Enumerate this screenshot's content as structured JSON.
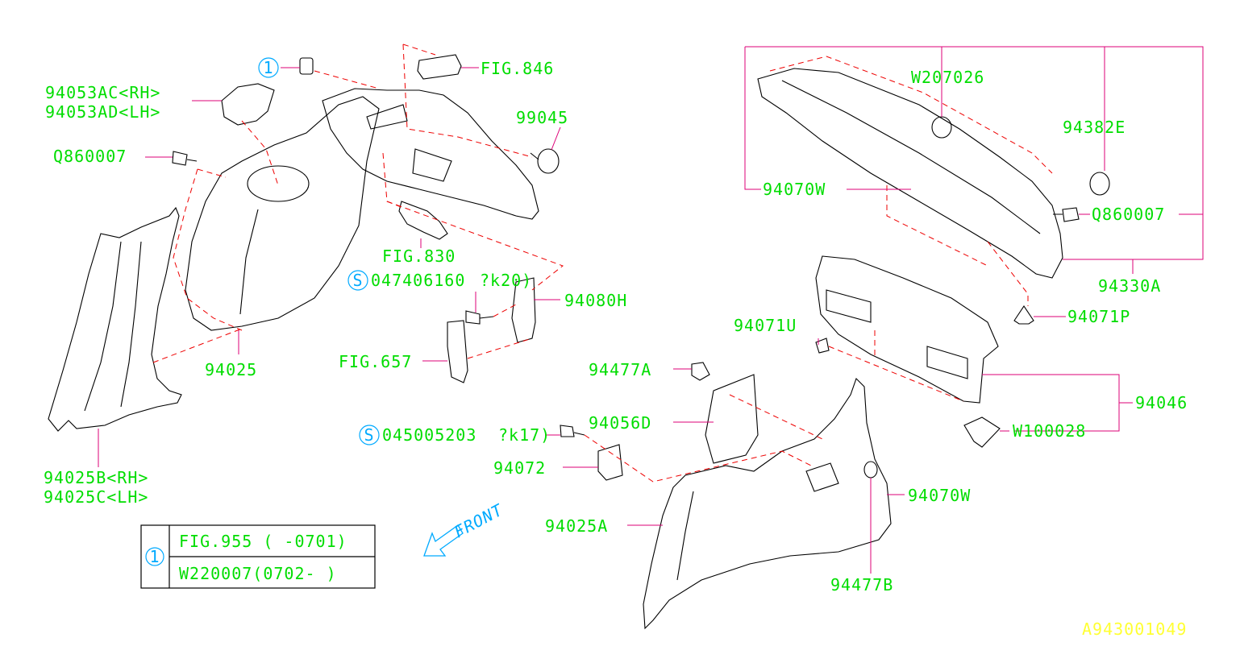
{
  "colors": {
    "label": "#00dd00",
    "callout": "#00aaff",
    "leader": "#dd0077",
    "dashed": "#ee0000",
    "code": "#ffff33",
    "line": "#000000"
  },
  "labels": {
    "p94053ac": "94053AC<RH>",
    "p94053ad": "94053AD<LH>",
    "fig846": "FIG.846",
    "p99045": "99045",
    "q860007_left": "Q860007",
    "fig830": "FIG.830",
    "s047406160": "047406160",
    "s047406160_sfx": "?k20)",
    "p94080h": "94080H",
    "fig657": "FIG.657",
    "p94025": "94025",
    "p94025b": "94025B<RH>",
    "p94025c": "94025C<LH>",
    "w207026": "W207026",
    "p94382e": "94382E",
    "p94070w_top": "94070W",
    "q860007_right": "Q860007",
    "p94330a": "94330A",
    "p94071p": "94071P",
    "p94071u": "94071U",
    "p94046": "94046",
    "w100028": "W100028",
    "p94477a": "94477A",
    "p94056d": "94056D",
    "s045005203": "045005203",
    "s045005203_sfx": "?k17)",
    "p94072": "94072",
    "p94025a": "94025A",
    "p94070w_bottom": "94070W",
    "p94477b": "94477B",
    "front": "FRONT",
    "diagram_code": "A943001049"
  },
  "callouts": {
    "one": "1",
    "s": "S"
  },
  "legend": {
    "callout": "1",
    "row1": "FIG.955 ( -0701)",
    "row2": "W220007(0702- )"
  }
}
